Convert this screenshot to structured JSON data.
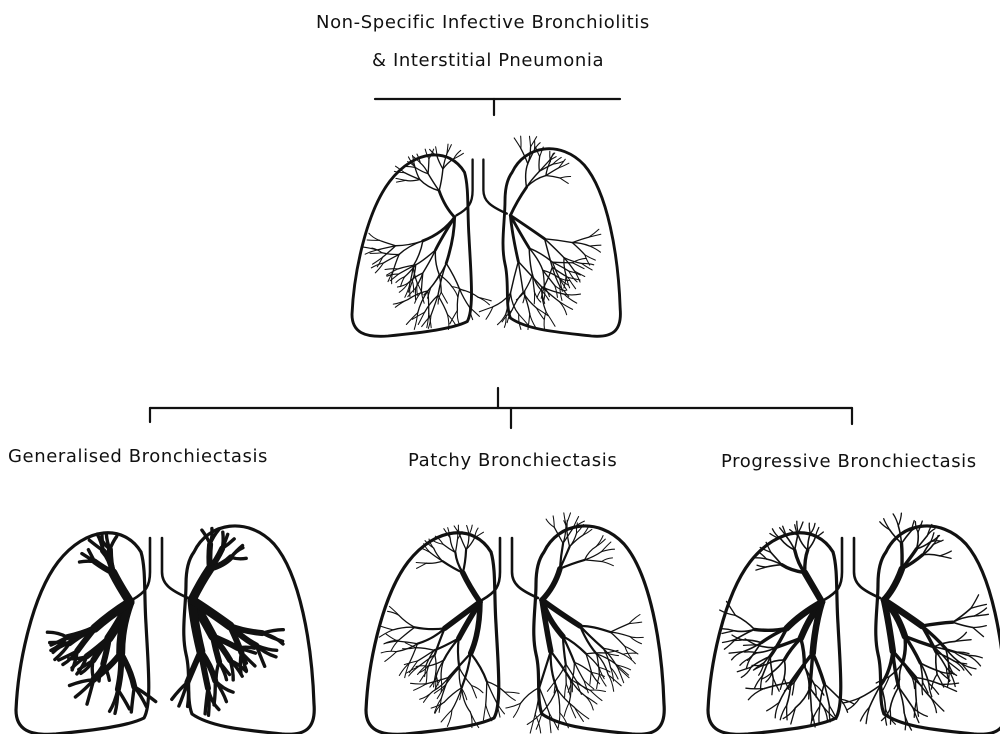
{
  "title": {
    "line1": "Non-Specific Infective  Bronchiolitis",
    "line2": "&  Interstitial Pneumonia"
  },
  "outcomes": [
    {
      "label": "Generalised  Bronchiectasis"
    },
    {
      "label": "Patchy  Bronchiectasis"
    },
    {
      "label": "Progressive  Bronchiectasis"
    }
  ],
  "colors": {
    "ink": "#111111",
    "background": "#ffffff"
  },
  "lung_styles": [
    "normal-fine-bronchioles",
    "generalised-thick-dilated",
    "patchy-mixed",
    "progressive-moderate"
  ]
}
